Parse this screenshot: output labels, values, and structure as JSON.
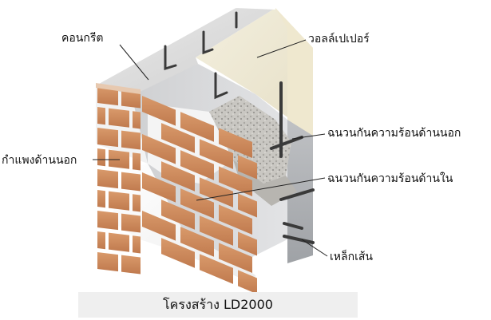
{
  "labels": {
    "concrete": "คอนกรีต",
    "wallpaper": "วอลล์เปเปอร์",
    "outer_insulation": "ฉนวนกันความร้อนด้านนอก",
    "outer_wall": "กำแพงด้านนอก",
    "inner_insulation": "ฉนวนกันความร้อนด้านใน",
    "steel_rod": "เหล็กเส้น"
  },
  "caption": "โครงสร้าง LD2000"
}
